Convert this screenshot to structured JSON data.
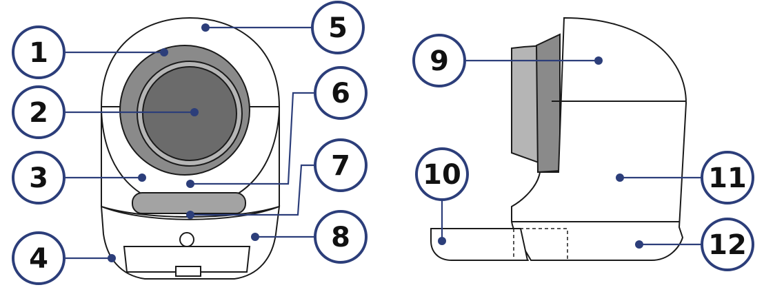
{
  "diagram": {
    "callouts": [
      {
        "id": "1",
        "label": "1"
      },
      {
        "id": "2",
        "label": "2"
      },
      {
        "id": "3",
        "label": "3"
      },
      {
        "id": "4",
        "label": "4"
      },
      {
        "id": "5",
        "label": "5"
      },
      {
        "id": "6",
        "label": "6"
      },
      {
        "id": "7",
        "label": "7"
      },
      {
        "id": "8",
        "label": "8"
      },
      {
        "id": "9",
        "label": "9"
      },
      {
        "id": "10",
        "label": "10"
      },
      {
        "id": "11",
        "label": "11"
      },
      {
        "id": "12",
        "label": "12"
      }
    ],
    "colors": {
      "callout_outline": "#2c3e7a",
      "leader_line": "#2c3e7a",
      "drawing_outline": "#1a1a1a",
      "window_ring": "#8a8a8a",
      "window_center": "#6b6b6b",
      "drawer_slot": "#a3a3a3"
    }
  }
}
